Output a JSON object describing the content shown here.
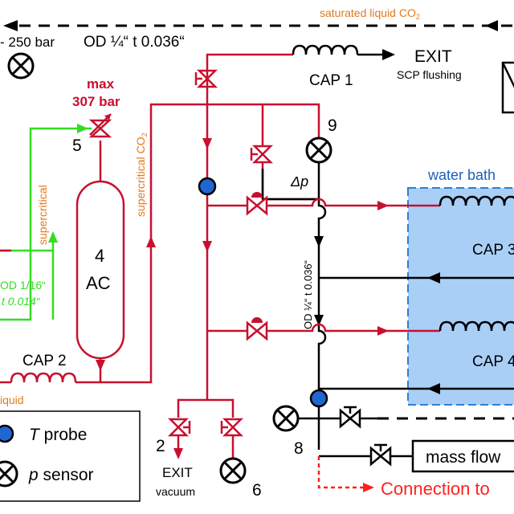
{
  "colors": {
    "co2_line": "#c8102e",
    "return_line": "#000000",
    "supercritical_feed": "#33dd22",
    "orange_label": "#e07a1f",
    "water_bath_fill": "#a9cff7",
    "water_bath_border": "#2f7fd6",
    "water_bath_label": "#1f5fb8",
    "temperature_probe": "#1f66d1"
  },
  "labels": {
    "saturated_liquid": "saturated liquid CO",
    "saturated_liquid_sub": "2",
    "pressure_range": "- 250 bar",
    "od_top": "OD ¼“ t 0.036“",
    "cap1": "CAP 1",
    "exit_top": "EXIT",
    "scp_flushing": "SCP flushing",
    "max_label": "max",
    "max_pressure": "307 bar",
    "valve_5": "5",
    "supercritical_co2": "supercritical CO",
    "supercritical_co2_sub": "2",
    "sensor_9": "9",
    "delta_p": "Δp",
    "water_bath": "water bath",
    "supercritical": "supercritical",
    "ac_number": "4",
    "ac_name": "AC",
    "od_vertical": "OD ¼“ t 0.036“",
    "cap3": "CAP 3",
    "od_left_1": "OD 1/16“",
    "od_left_2": "t 0.014“",
    "cap4": "CAP 4",
    "cap2": "CAP 2",
    "liquid_partial": "iquid",
    "valve_2": "2",
    "exit_bottom": "EXIT",
    "vacuum": "vacuum",
    "sensor_6": "6",
    "sensor_8": "8",
    "mass_flow": "mass flow",
    "connection_to": "Connection to",
    "legend_t_probe": "T",
    "legend_t_probe_rest": " probe",
    "legend_p_sensor": "p",
    "legend_p_sensor_rest": " sensor"
  }
}
